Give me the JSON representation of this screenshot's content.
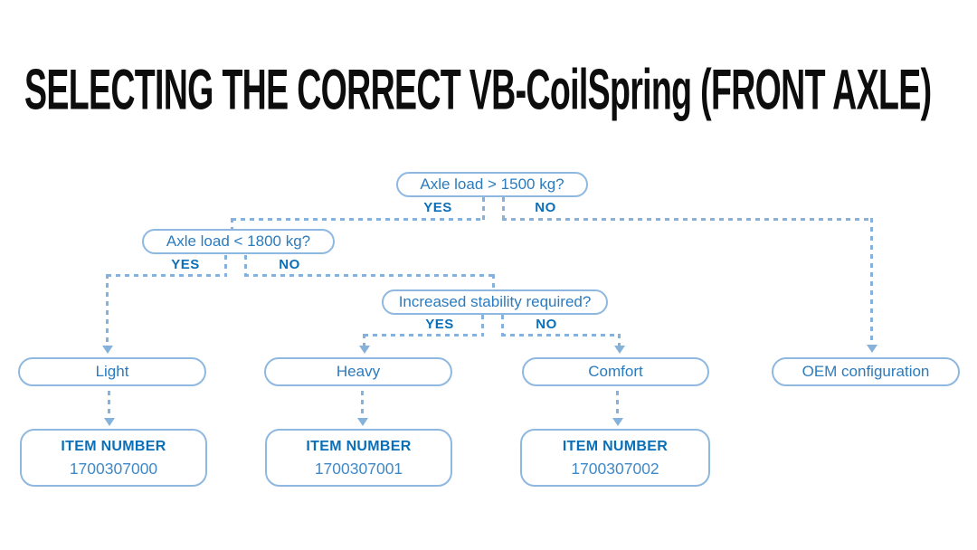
{
  "title": "SELECTING THE CORRECT VB-CoilSpring (FRONT AXLE)",
  "flowchart": {
    "labels": {
      "yes": "YES",
      "no": "NO"
    },
    "decisions": [
      {
        "question": "Axle load > 1500 kg?"
      },
      {
        "question": "Axle load < 1800 kg?"
      },
      {
        "question": "Increased stability required?"
      }
    ],
    "outcomes": [
      {
        "label": "Light"
      },
      {
        "label": "Heavy"
      },
      {
        "label": "Comfort"
      },
      {
        "label": "OEM configuration"
      }
    ],
    "item_cards": [
      {
        "heading": "ITEM NUMBER",
        "number": "1700307000"
      },
      {
        "heading": "ITEM NUMBER",
        "number": "1700307001"
      },
      {
        "heading": "ITEM NUMBER",
        "number": "1700307002"
      }
    ]
  },
  "icons": {
    "arrow_down_icon": "solid triangle pointing down (css border shape)"
  },
  "colors": {
    "pill_border": "#8fb8e0",
    "dashed_connector": "#85b1da",
    "question_text": "#2b7bbe",
    "yes_no_text": "#0a6fb9",
    "item_number_text": "#4189c6",
    "title_text": "#0d0d0d",
    "background": "#ffffff"
  }
}
